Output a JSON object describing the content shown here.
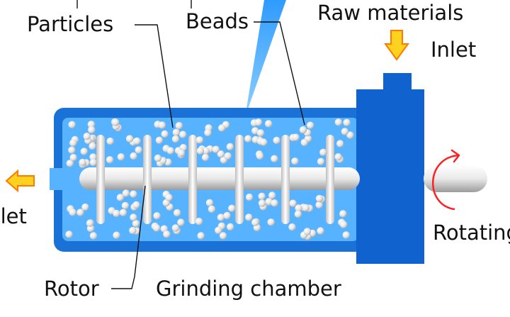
{
  "labels": {
    "particles": "Particles",
    "beads": "Beads",
    "raw_materials": "Raw materials",
    "inlet": "Inlet",
    "outlet": "Outlet",
    "rotating": "Rotating",
    "rotor": "Rotor",
    "grinding_chamber": "Grinding chamber"
  },
  "colors": {
    "chamber": "#1a72d6",
    "chamber_inner": "#57b3ff",
    "motor_block": "#1063cf",
    "shaft": "#e6e6e6",
    "bead": "#ececec",
    "arrow_fill": "#ffd21f",
    "arrow_stroke": "#ff7a00",
    "rotation_arrow": "#ff2020",
    "beam": "#3aa6ff"
  },
  "icons": {
    "inlet_arrow": "arrow-down-icon",
    "outlet_arrow": "arrow-left-icon",
    "rotation": "rotation-arrow-icon"
  }
}
